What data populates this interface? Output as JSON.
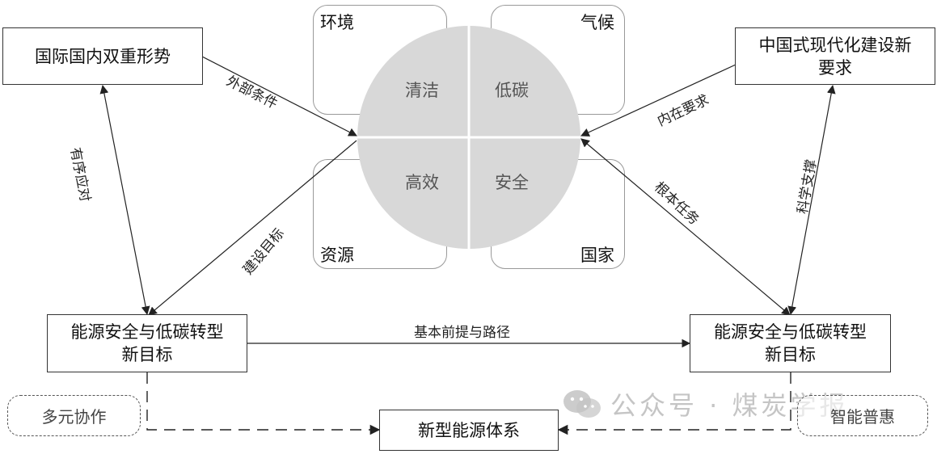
{
  "boxes": {
    "situation": "国际国内双重形势",
    "requirement_line1": "中国式现代化建设新",
    "requirement_line2": "要求",
    "goal_left_line1": "能源安全与低碳转型",
    "goal_left_line2": "新目标",
    "goal_right_line1": "能源安全与低碳转型",
    "goal_right_line2": "新目标",
    "system": "新型能源体系"
  },
  "dashed": {
    "left": "多元协作",
    "right": "智能普惠"
  },
  "corners": {
    "top_left": "环境",
    "top_right": "气候",
    "bottom_left": "资源",
    "bottom_right": "国家"
  },
  "quadrants": {
    "top_left": "清洁",
    "top_right": "低碳",
    "bottom_left": "高效",
    "bottom_right": "安全"
  },
  "edges": {
    "external": "外部条件",
    "internal": "内在要求",
    "orderly": "有序应对",
    "build_goal": "建设目标",
    "fundamental": "根本任务",
    "science": "科学支撑",
    "premise": "基本前提与路径"
  },
  "watermark": {
    "text": "公众号 · 煤炭学报",
    "icon": "wechat-icon"
  }
}
